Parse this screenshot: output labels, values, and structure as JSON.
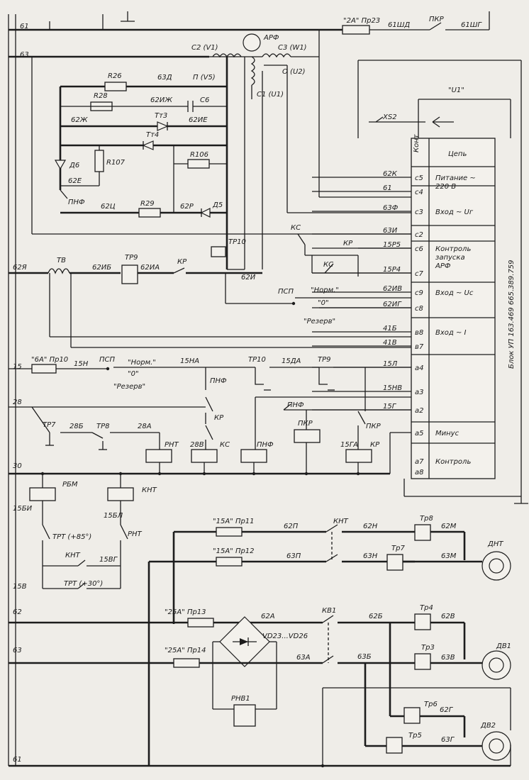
{
  "rails": {
    "r61": "61",
    "r63": "63",
    "r62Ya": "62Я",
    "r15": "15",
    "r28": "28",
    "r30": "30",
    "r62b": "62",
    "r63b": "63",
    "r61b": "61"
  },
  "top": {
    "fuse": "\"2А\" Пр23",
    "w61shd": "61ШД",
    "pkr": "ПКР",
    "w61shg": "61ШГ",
    "arf": "АРФ",
    "c2": "С2 (V1)",
    "c3": "С3 (W1)",
    "c1": "С1 (U1)",
    "o_u2": "О (U2)",
    "u1": "\"U1\"",
    "xs2": "XS2"
  },
  "bridge": {
    "r26": "R26",
    "w63d": "63Д",
    "p_v5": "П (V5)",
    "r28": "R28",
    "w62izh": "62ИЖ",
    "c6": "С6",
    "w62zh": "62Ж",
    "tm3": "Тт3",
    "w62ie": "62ИЕ",
    "tm4": "Тт4",
    "d6": "Д6",
    "r107": "R107",
    "r106": "R106",
    "w62e": "62Е",
    "pnf": "ПНФ",
    "w62ts": "62Ц",
    "r29": "R29",
    "w62r": "62Р",
    "d5": "Д5",
    "tp10": "ТР10",
    "w62i": "62И"
  },
  "mid": {
    "tv": "ТВ",
    "w62ib": "62ИБ",
    "tp9": "ТР9",
    "w62ia": "62ИА",
    "kr": "КР",
    "ks": "КС",
    "kr2": "КР",
    "ks2": "КС",
    "psp": "ПСП",
    "norm": "\"Норм.\"",
    "zero": "\"0\"",
    "rezerv": "\"Резерв\""
  },
  "block": {
    "vertical_label": "Блок УП 163.469 665.389.759",
    "header": {
      "kont": "Конт",
      "tsep": "Цепь"
    },
    "rows": [
      {
        "wire": "62К",
        "pin": "с5",
        "desc": "Питание ~ 220 В"
      },
      {
        "wire": "61",
        "pin": "с4",
        "desc": ""
      },
      {
        "wire": "63Ф",
        "pin": "с3",
        "desc": "Вход ~ Uг"
      },
      {
        "wire": "63И",
        "pin": "с2",
        "desc": ""
      },
      {
        "wire": "15Р5",
        "pin": "с6",
        "desc": "Контроль запуска АРФ"
      },
      {
        "wire": "15Р4",
        "pin": "с7",
        "desc": ""
      },
      {
        "wire": "62ИВ",
        "pin": "с9",
        "desc": "Вход ~ Uс"
      },
      {
        "wire": "62ИГ",
        "pin": "с8",
        "desc": ""
      },
      {
        "wire": "41Б",
        "pin": "в8",
        "desc": "Вход ~ I"
      },
      {
        "wire": "41В",
        "pin": "в7",
        "desc": ""
      },
      {
        "wire": "15Л",
        "pin": "а4",
        "desc": ""
      },
      {
        "wire": "15НВ",
        "pin": "а3",
        "desc": ""
      },
      {
        "wire": "15Г",
        "pin": "а2",
        "desc": ""
      },
      {
        "wire": "",
        "pin": "а5",
        "desc": "Минус"
      },
      {
        "wire": "",
        "pin": "а7",
        "desc": "Контроль"
      },
      {
        "wire": "",
        "pin": "а8",
        "desc": ""
      }
    ]
  },
  "ctrl": {
    "fuse6a": "\"6А\" Пр10",
    "w15n": "15Н",
    "psp": "ПСП",
    "norm": "\"Норм.\"",
    "zero": "\"0\"",
    "rezerv": "\"Резерв\"",
    "w15na": "15НА",
    "tp10": "ТР10",
    "w15da": "15ДА",
    "tp9": "ТР9",
    "pnf": "ПНФ",
    "pnf2": "ПНФ",
    "kr": "КР",
    "tp7": "ТР7",
    "w28b": "28Б",
    "tp8": "ТР8",
    "w28a": "28А",
    "rnt": "РНТ",
    "w28v": "28В",
    "ks": "КС",
    "pnf3": "ПНФ",
    "pkr": "ПКР",
    "w15ga": "15ГА",
    "pkr2": "ПКР",
    "kr2": "КР"
  },
  "lower": {
    "rbm": "РБМ",
    "knt": "КНТ",
    "w15bi": "15БИ",
    "w15bl": "15БЛ",
    "trt85": "ТРТ (+85°)",
    "rnt": "РНТ",
    "knt2": "КНТ",
    "w15bg": "15ВГ",
    "w15v": "15В",
    "trt30": "ТРТ (+30°)"
  },
  "power": {
    "fuse11": "\"15А\" Пр11",
    "w62p": "62П",
    "knt": "КНТ",
    "w62n": "62Н",
    "tp8": "Тр8",
    "w62m": "62М",
    "dnt": "ДНТ",
    "fuse12": "\"15А\" Пр12",
    "w63p": "63П",
    "w63n": "63Н",
    "tp7": "Тр7",
    "w63m": "63М",
    "fuse13": "\"25А\" Пр13",
    "w62a": "62А",
    "kv1": "КВ1",
    "w62b": "62Б",
    "tp4": "Тр4",
    "w62v": "62В",
    "vd": "VD23...VD26",
    "fuse14": "\"25А\" Пр14",
    "w63a": "63А",
    "w63b": "63Б",
    "tp3": "Тр3",
    "w63v": "63В",
    "dv1": "ДВ1",
    "rnv1": "РНВ1",
    "tp6": "Тр6",
    "w62g": "62Г",
    "tp5": "Тр5",
    "w63g": "63Г",
    "dv2": "ДВ2"
  }
}
